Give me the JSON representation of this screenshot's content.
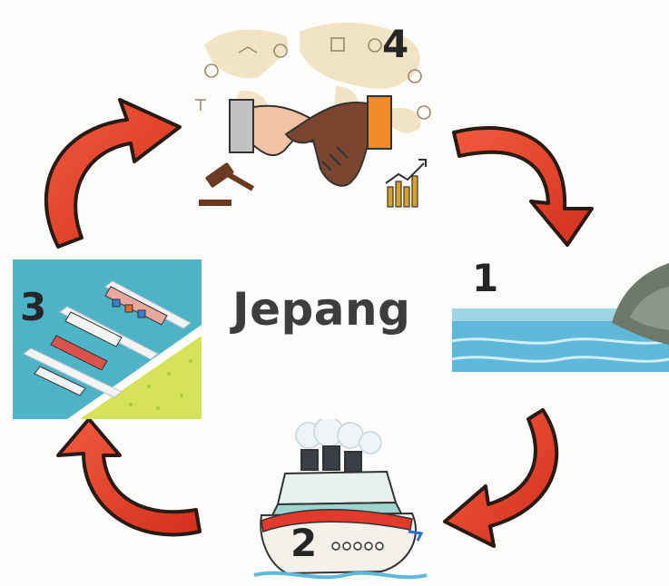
{
  "center": {
    "title": "Jepang"
  },
  "steps": [
    {
      "number": "1",
      "scene": "sea-coast"
    },
    {
      "number": "2",
      "scene": "cargo-ship"
    },
    {
      "number": "3",
      "scene": "port-harbor"
    },
    {
      "number": "4",
      "scene": "trade-handshake"
    }
  ],
  "colors": {
    "arrow_fill": "#e8412c",
    "arrow_outline": "#2a1a14",
    "sea": "#5fb8d8",
    "land": "#d6e35a",
    "map": "#efe2bf"
  }
}
